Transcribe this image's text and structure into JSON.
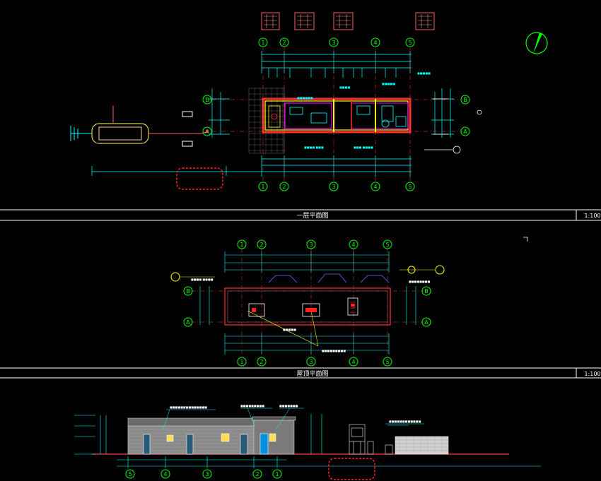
{
  "sheet": {
    "floor_plan_title": "一层平面图",
    "roof_plan_title": "屋顶平面图",
    "floor_plan_scale": "1:100",
    "roof_plan_scale": "1:100"
  },
  "colors": {
    "background": "#000000",
    "axis_green": "#00ff00",
    "dimension_cyan": "#00ffff",
    "wall_yellow": "#ffff00",
    "accent_red": "#ff2020",
    "magenta": "#ff00ff",
    "title_block_white": "#ffffff"
  },
  "grid_axes": {
    "vertical": [
      "1",
      "2",
      "3",
      "4",
      "5"
    ],
    "horizontal": [
      "B",
      "A"
    ],
    "roof_vertical": [
      "1",
      "2",
      "3",
      "4",
      "5"
    ],
    "elevation_order": [
      "5",
      "4",
      "3",
      "2",
      "1"
    ]
  },
  "icons": {
    "north_arrow": "north-arrow-icon",
    "axis_bubble": "axis-bubble-icon"
  }
}
